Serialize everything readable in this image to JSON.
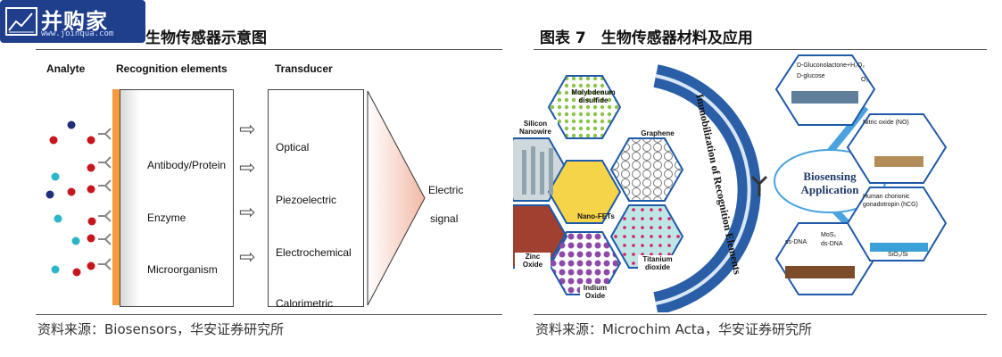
{
  "logo": {
    "name": "并购家",
    "url": "www.joinqua.com"
  },
  "left_figure": {
    "title": "生物传感器示意图",
    "headers": {
      "analyte": "Analyte",
      "recognition": "Recognition elements",
      "transducer": "Transducer"
    },
    "recognition_items": [
      "Antibody/Protein",
      "Enzyme",
      "Microorganism"
    ],
    "transducer_items": [
      "Optical",
      "Piezoelectric",
      "Electrochemical",
      "Calorimetric"
    ],
    "output": [
      "Electric",
      "signal"
    ],
    "source": "资料来源：Biosensors，华安证券研究所"
  },
  "right_figure": {
    "title": "图表 7　生物传感器材料及应用",
    "materials": [
      "Molybdenum disulfide",
      "Silicon Nanowire",
      "Graphene",
      "Nano-FETs",
      "Zinc Oxide",
      "Titanium dioxide",
      "Indium Oxide"
    ],
    "arc_label": "Immobilization of Recognition Elements",
    "center_label": [
      "Biosensing",
      "Application"
    ],
    "applications": {
      "glucose": [
        "D-Gluconolactone+H₂O₂",
        "D-glucose",
        "O₂"
      ],
      "nitric_oxide": "Nitric oxide (NO)",
      "dna": [
        "ss-DNA",
        "MoS₂",
        "ds-DNA"
      ],
      "hcg": [
        "Human chorionic",
        "gonadotropin (hCG)",
        "SiO₂/Si"
      ]
    },
    "source": "资料来源：Microchim Acta，华安证券研究所"
  },
  "colors": {
    "logo_bg": "#1f3e8c",
    "strip": "#f39b3d",
    "arc": "#2a5fa8",
    "hex_border": "#1e5aa8"
  }
}
